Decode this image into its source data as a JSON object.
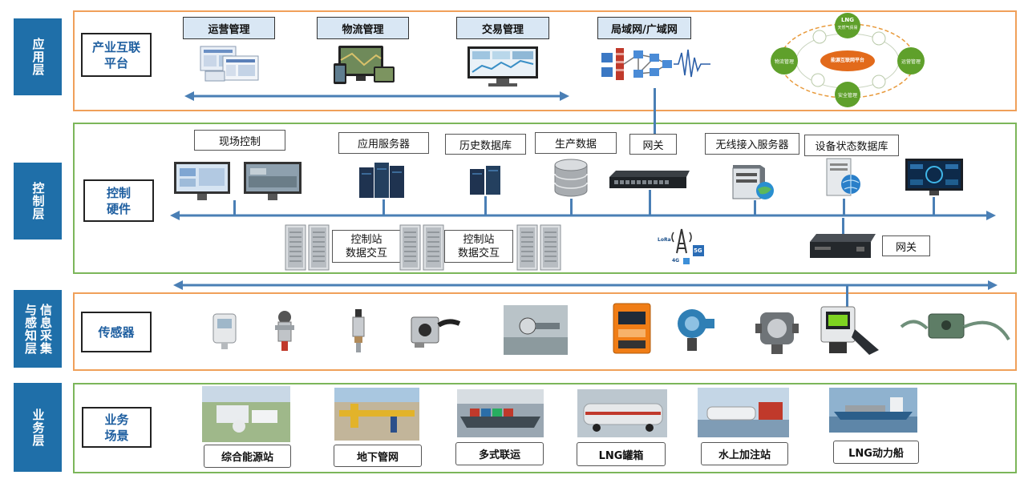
{
  "layers": {
    "application": "应用层",
    "control": "控制层",
    "sensing": "信息采集与感知层",
    "sensing_col1": "信息采集",
    "sensing_col2": "与感知层",
    "business": "业务层"
  },
  "categories": {
    "platform": "产业互联平台",
    "platform_line1": "产业互联",
    "platform_line2": "平台",
    "control_hw_line1": "控制",
    "control_hw_line2": "硬件",
    "sensor": "传感器",
    "scene_line1": "业务",
    "scene_line2": "场景"
  },
  "application_items": [
    "运营管理",
    "物流管理",
    "交易管理",
    "局域网/广域网"
  ],
  "energy_platform": {
    "center": "能源互联网平台",
    "top": "LNG",
    "top_sub": "天然气贸易",
    "left": "物流管理",
    "right": "运营管理",
    "bottom": "安全管理"
  },
  "control_items": [
    "现场控制",
    "应用服务器",
    "历史数据库",
    "生产数据",
    "网关",
    "无线接入服务器",
    "设备状态数据库"
  ],
  "station_labels": [
    "控制站\n数据交互",
    "控制站\n数据交互"
  ],
  "station_label_lines": [
    [
      "控制站",
      "数据交互"
    ],
    [
      "控制站",
      "数据交互"
    ]
  ],
  "wireless": {
    "lora": "LoRa",
    "g5": "5G",
    "g4": "4G"
  },
  "gateway2": "网关",
  "business_items": [
    "综合能源站",
    "地下管网",
    "多式联运",
    "LNG罐箱",
    "水上加注站",
    "LNG动力船"
  ],
  "colors": {
    "tab": "#1f6fa9",
    "orange": "#f0a05a",
    "green": "#7cb65a",
    "bus": "#4a7fb5",
    "label_bg": "#d9e7f4"
  }
}
